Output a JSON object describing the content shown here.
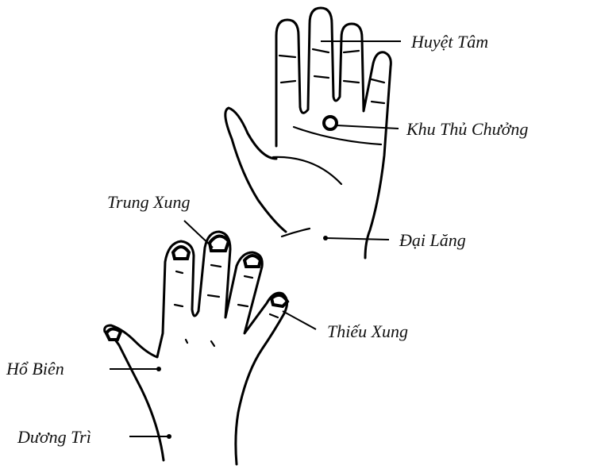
{
  "labels": {
    "huyet_tam": "Huyệt Tâm",
    "khu_thu_chuong": "Khu Thủ Chưởng",
    "dai_lang": "Đại Lăng",
    "trung_xung": "Trung Xung",
    "thieu_xung": "Thiếu Xung",
    "ho_bien": "Hổ Biên",
    "duong_tri": "Dương Trì"
  },
  "colors": {
    "ink": "#000000",
    "background": "#ffffff"
  }
}
